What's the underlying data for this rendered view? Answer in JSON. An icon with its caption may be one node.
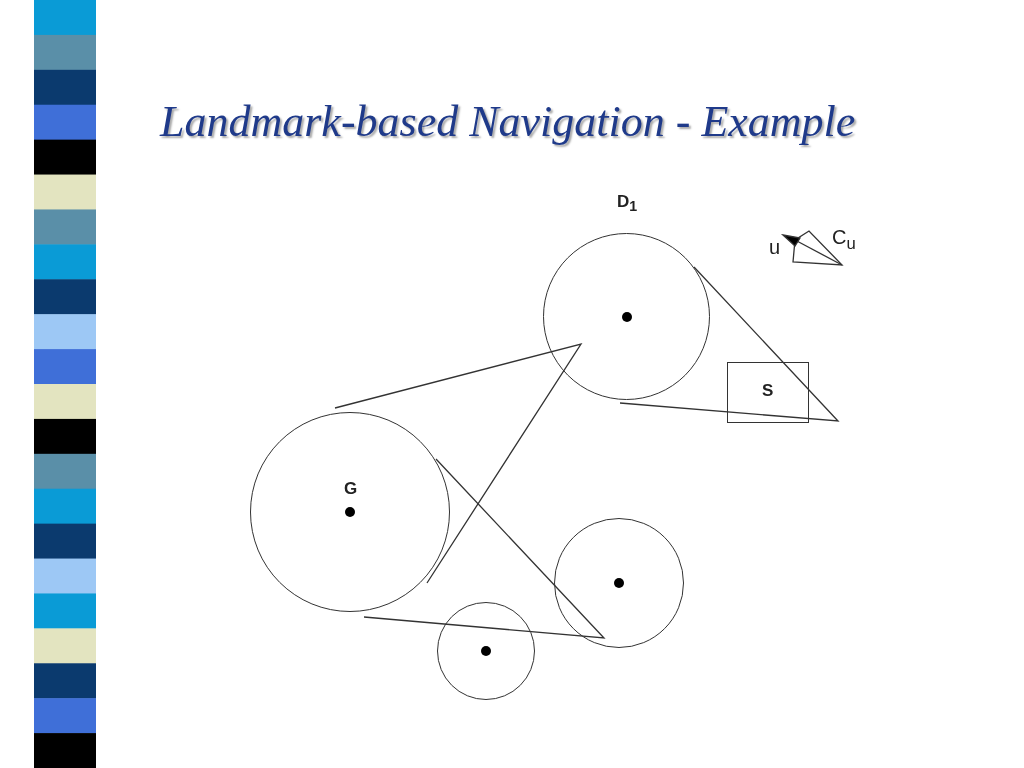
{
  "diagram": {
    "title": "Landmark-based Navigation - Example",
    "nodes": [
      {
        "text": [
          "D$_{1}$"
        ]
      },
      {
        "text": [
          "S"
        ]
      },
      {
        "text": [
          "G"
        ]
      },
      {
        "text": [],
        "shape": "circle"
      },
      {
        "text": [],
        "shape": "circle"
      }
    ],
    "edges": [],
    "labels": [
      "u",
      "C$_{u}$"
    ]
  }
}
